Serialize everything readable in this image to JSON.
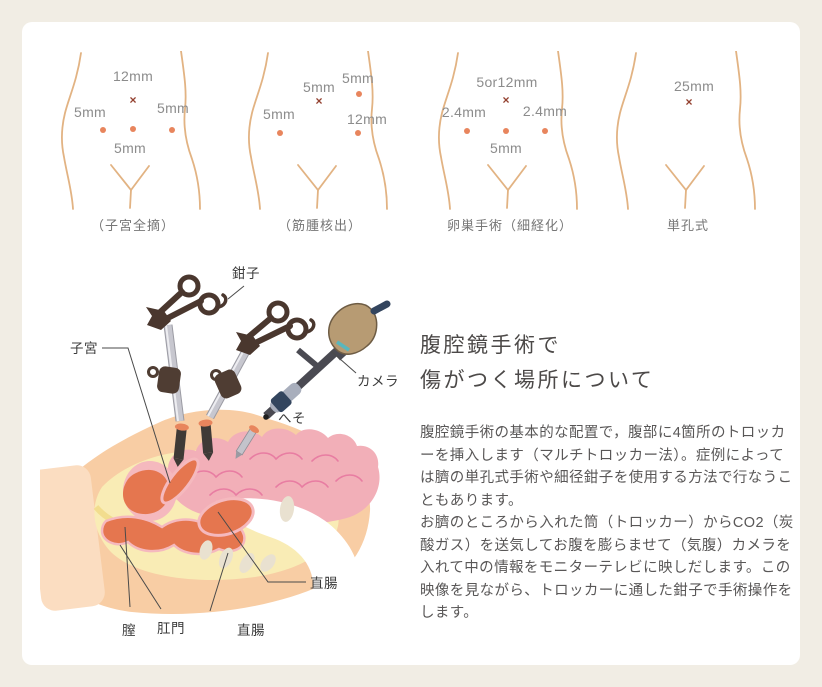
{
  "glyphs": {
    "x_mark": "×"
  },
  "colors": {
    "background": "#F1EDE4",
    "panel": "#FFFFFF",
    "torso_outline": "#E2B383",
    "incision_dot": "#E8855D",
    "incision_x": "#93402F",
    "measurement_text": "#8C8C8C",
    "caption_text": "#767676",
    "skin": "#F8CDA4",
    "skin_light": "#FBDDC1",
    "fat_yellow": "#F9ECB5",
    "intestine_pink": "#F2AFB8",
    "organ_orange": "#E5764F",
    "bone_beige": "#E9E1D0",
    "camera_handle": "#B79B73",
    "instrument_dark": "#4A372E"
  },
  "figures": [
    {
      "caption": "（子宮全摘）",
      "marks": {
        "top": "12mm",
        "left": "5mm",
        "right": "5mm",
        "bottom": "5mm"
      }
    },
    {
      "caption": "（筋腫核出）",
      "marks": {
        "center": "5mm",
        "upper_right": "5mm",
        "left": "5mm",
        "right": "12mm"
      }
    },
    {
      "caption": "卵巣手術（細経化）",
      "marks": {
        "top": "5or12mm",
        "left": "2.4mm",
        "right": "2.4mm",
        "bottom": "5mm"
      }
    },
    {
      "caption": "単孔式",
      "marks": {
        "top": "25mm"
      }
    }
  ],
  "illustration": {
    "labels": {
      "forceps": "鉗子",
      "camera": "カメラ",
      "navel": "へそ",
      "uterus": "子宮",
      "vagina": "膣",
      "anus": "肛門",
      "rectum_bottom": "直腸",
      "rectum_right": "直腸"
    }
  },
  "article": {
    "title_line1": "腹腔鏡手術で",
    "title_line2": "傷がつく場所について",
    "paragraph1": "腹腔鏡手術の基本的な配置で，腹部に4箇所のトロッカーを挿入します（マルチトロッカー法）。症例によっては臍の単孔式手術や細径鉗子を使用する方法で行なうこともあります。",
    "paragraph2": "お臍のところから入れた筒（トロッカー）からCO2（炭酸ガス）を送気してお腹を膨らませて（気腹）カメラを入れて中の情報をモニターテレビに映しだします。この映像を見ながら、トロッカーに通した鉗子で手術操作をします。"
  }
}
